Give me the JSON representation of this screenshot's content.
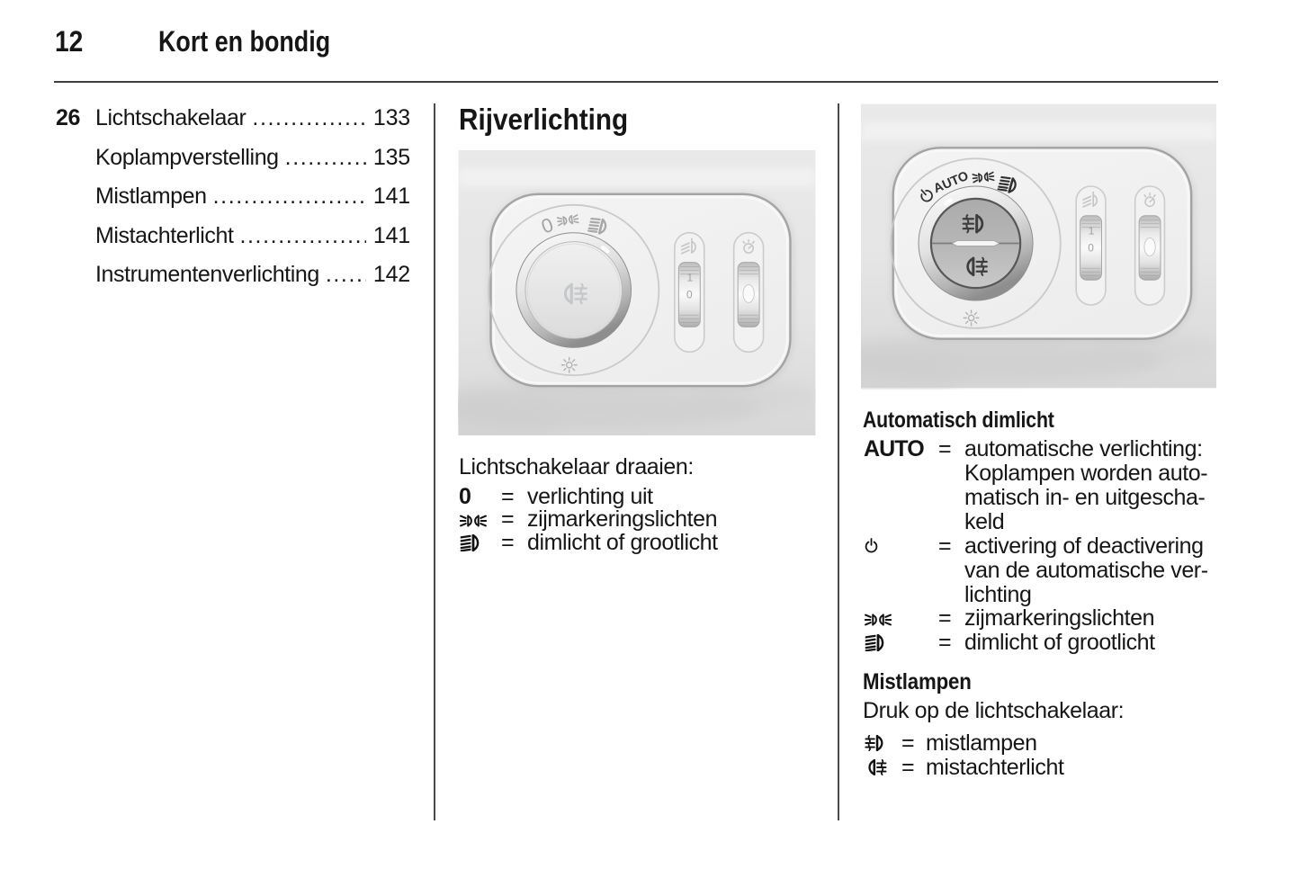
{
  "page": {
    "number": "12",
    "chapter_title": "Kort en bondig"
  },
  "equals": "=",
  "toc": {
    "chapter_number": "26",
    "items": [
      {
        "label": "Lichtschakelaar",
        "page": "133"
      },
      {
        "label": "Koplampverstelling",
        "page": "135"
      },
      {
        "label": "Mistlampen",
        "page": "141"
      },
      {
        "label": "Mistachterlicht",
        "page": "141"
      },
      {
        "label": "Instrumentenverlichting",
        "page": "142"
      }
    ]
  },
  "middle_column": {
    "heading": "Rijverlichting",
    "illustration": {
      "description": "light switch panel with rotary knob, headlamp levelling wheel and instrument illumination wheel",
      "knob_marking_zero": "0",
      "knob_markings": [
        "0",
        "side-marker-lights",
        "dipped-or-main-beam"
      ],
      "knob_face_icon": "rear-fog-light",
      "wheel1_digits": [
        "1",
        "0"
      ]
    },
    "intro": "Lichtschakelaar draaien:",
    "legend": [
      {
        "symbol_text": "0",
        "icon": null,
        "description": "verlichting uit"
      },
      {
        "symbol_text": null,
        "icon": "side-marker-lights-icon",
        "description": "zijmarkeringslichten"
      },
      {
        "symbol_text": null,
        "icon": "dipped-main-beam-icon",
        "description": "dimlicht of grootlicht"
      }
    ]
  },
  "right_column": {
    "illustration": {
      "description": "light switch panel with AUTO rotary knob, front and rear fog light symbols on knob",
      "auto_label": "AUTO",
      "knob_markings": [
        "power",
        "AUTO",
        "side-marker-lights",
        "dipped-or-main-beam"
      ],
      "knob_face_icons": [
        "front-fog-light",
        "rear-fog-light"
      ],
      "wheel1_digits": [
        "1",
        "0"
      ]
    },
    "section1_heading": "Automatisch dimlicht",
    "legend1": [
      {
        "symbol_text": "AUTO",
        "icon": null,
        "description": "automatische verlichting:\nKoplampen worden auto-\nmatisch in- en uitgescha-\nkeld"
      },
      {
        "symbol_text": null,
        "icon": "power-icon",
        "description": "activering of deactivering\nvan de automatische ver-\nlichting"
      },
      {
        "symbol_text": null,
        "icon": "side-marker-lights-icon",
        "description": "zijmarkeringslichten"
      },
      {
        "symbol_text": null,
        "icon": "dipped-main-beam-icon",
        "description": "dimlicht of grootlicht"
      }
    ],
    "section2_heading": "Mistlampen",
    "section2_intro": "Druk op de lichtschakelaar:",
    "legend2": [
      {
        "icon": "front-fog-light-icon",
        "description": "mistlampen"
      },
      {
        "icon": "rear-fog-light-icon",
        "description": "mistachterlicht"
      }
    ]
  },
  "colors": {
    "text": "#161616",
    "rule": "#3f3f3f",
    "illustration_bg": "#e8e8e8"
  }
}
